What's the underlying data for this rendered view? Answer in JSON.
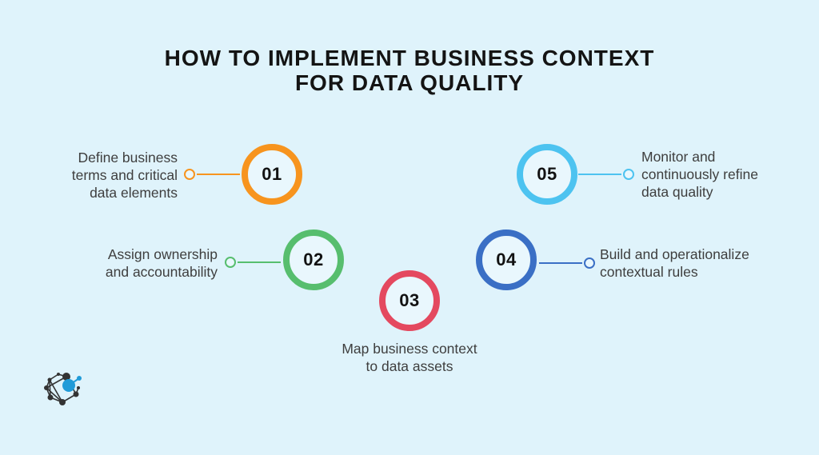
{
  "title": {
    "line1": "HOW TO IMPLEMENT BUSINESS CONTEXT",
    "line2": "FOR DATA QUALITY"
  },
  "steps": [
    {
      "number": "01",
      "color": "#F7941E",
      "side": "left",
      "lines": [
        "Define business",
        "terms and critical",
        "data elements"
      ]
    },
    {
      "number": "02",
      "color": "#57BE6E",
      "side": "left",
      "lines": [
        "Assign ownership",
        "and accountability"
      ]
    },
    {
      "number": "03",
      "color": "#E4495F",
      "side": "bottom",
      "lines": [
        "Map business context",
        "to data assets"
      ]
    },
    {
      "number": "04",
      "color": "#3A6FC5",
      "side": "right",
      "lines": [
        "Build and operationalize",
        "contextual rules"
      ]
    },
    {
      "number": "05",
      "color": "#4DC3F0",
      "side": "right",
      "lines": [
        "Monitor and",
        "continuously refine",
        "data quality"
      ]
    }
  ],
  "logo": {
    "name": "network-graph-logo",
    "node_color": "#333333",
    "accent_color": "#209BD8"
  },
  "colors": {
    "background": "#DFF3FB",
    "circle_fill": "#E9F7FD",
    "title_text": "#141414",
    "body_text": "#3E3E3E"
  }
}
